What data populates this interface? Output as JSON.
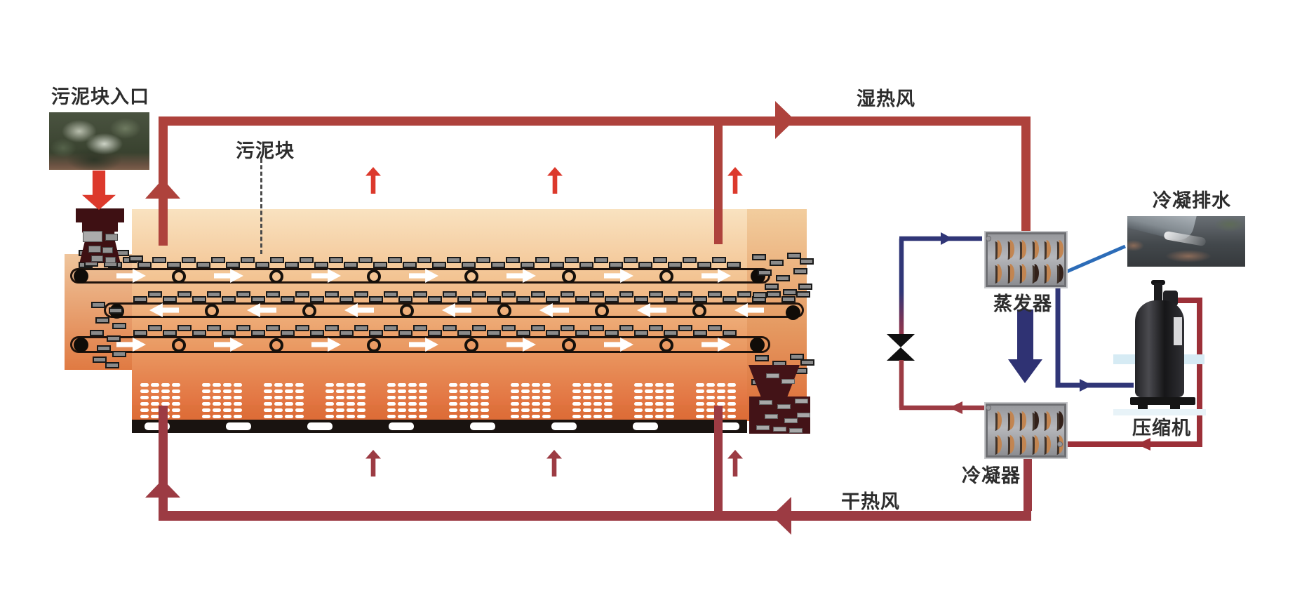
{
  "labels": {
    "sludge_inlet": "污泥块入口",
    "sludge_block": "污泥块",
    "wet_hot_air": "湿热风",
    "condensate_drain": "冷凝排水",
    "evaporator": "蒸发器",
    "compressor": "压缩机",
    "condenser": "冷凝器",
    "dry_hot_air": "干热风"
  },
  "colors": {
    "bright_red": "#DC392C",
    "air_top": "#AE423C",
    "air_bottom": "#9C3B43",
    "navy": "#303677",
    "navy_dark": "#2F3273",
    "refrigerant_red": "#9C3038",
    "drain_blue": "#2C6CB8",
    "coil_orange": "#C28551",
    "coil_dark": "#33211A",
    "machine_maroon": "#3E1013",
    "base_black": "#191310",
    "block_gray": "#8A8A8A"
  },
  "icons": {
    "flow_arrow": "triangle",
    "expansion_valve": "bowtie",
    "heat_exchanger_coil": "crescent"
  }
}
